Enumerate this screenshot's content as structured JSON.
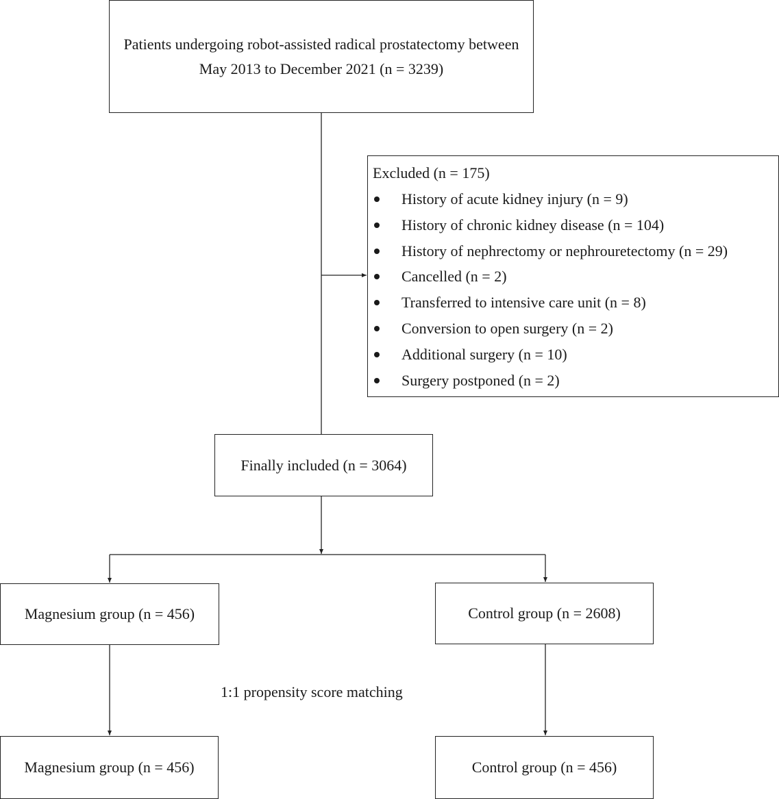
{
  "boxes": {
    "source": "Patients undergoing robot-assisted radical prostatectomy between May 2013 to December 2021 (n = 3239)",
    "excluded": {
      "title": "Excluded (n = 175)",
      "items": [
        "History of acute kidney injury (n = 9)",
        "History of chronic kidney disease (n = 104)",
        "History of nephrectomy or nephrouretectomy (n = 29)",
        "Cancelled (n = 2)",
        "Transferred to intensive care unit (n = 8)",
        "Conversion to open surgery (n = 2)",
        "Additional surgery (n = 10)",
        "Surgery postponed (n = 2)"
      ]
    },
    "included": "Finally included (n = 3064)",
    "magnesium_before": "Magnesium group (n = 456)",
    "control_before": "Control group (n = 2608)",
    "magnesium_after": "Magnesium group (n = 456)",
    "control_after": "Control group (n = 456)"
  },
  "matching_label": "1:1 propensity score matching",
  "colors": {
    "line": "#222222",
    "text": "#1a1a1a",
    "background": "#ffffff"
  }
}
